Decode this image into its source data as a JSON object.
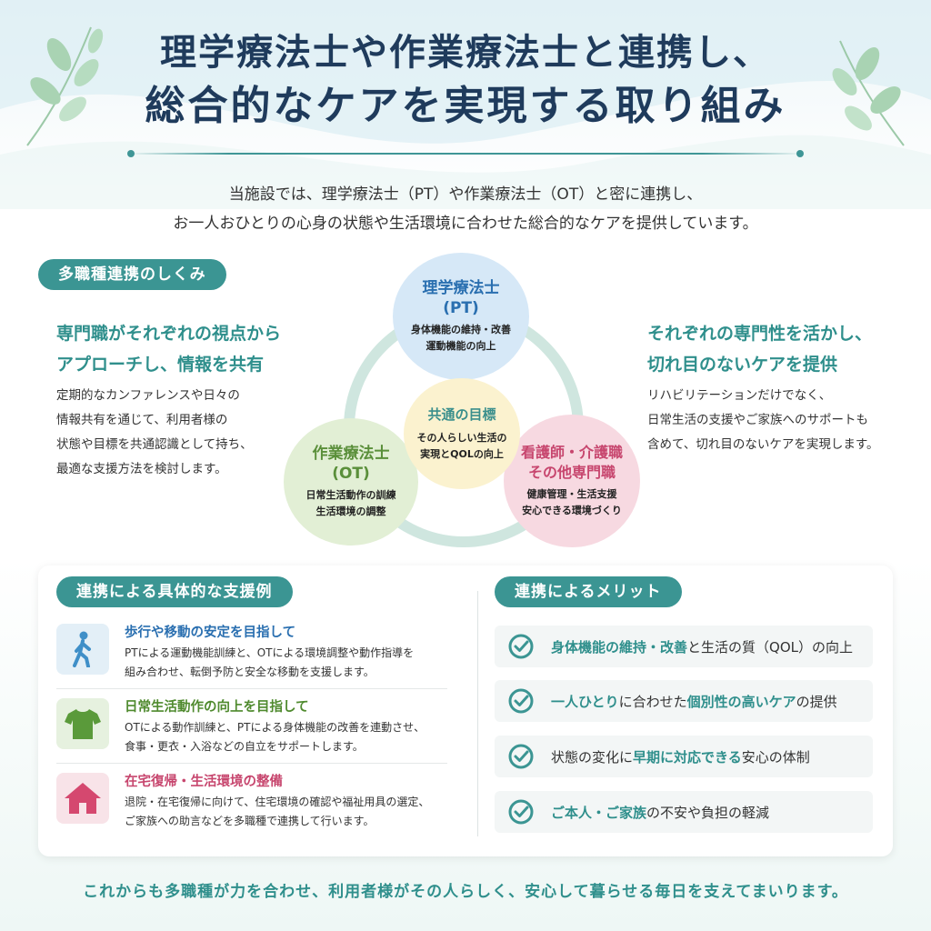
{
  "title": {
    "line1": "理学療法士や作業療法士と連携し、",
    "line2": "総合的なケアを実現する取り組み"
  },
  "intro": {
    "line1": "当施設では、理学療法士（PT）や作業療法士（OT）と密に連携し、",
    "line2": "お一人おひとりの心身の状態や生活環境に合わせた総合的なケアを提供しています。"
  },
  "mechanism": {
    "pill": "多職種連携のしくみ",
    "left": {
      "heading1": "専門職がそれぞれの視点から",
      "heading2": "アプローチし、情報を共有",
      "lines": [
        "定期的なカンファレンスや日々の",
        "情報共有を通じて、利用者様の",
        "状態や目標を共通認識として持ち、",
        "最適な支援方法を検討します。"
      ]
    },
    "right": {
      "heading1": "それぞれの専門性を活かし、",
      "heading2": "切れ目のないケアを提供",
      "lines": [
        "リハビリテーションだけでなく、",
        "日常生活の支援やご家族へのサポートも",
        "含めて、切れ目のないケアを実現します。"
      ]
    }
  },
  "diagram": {
    "pt": {
      "title1": "理学療法士",
      "title2": "(PT)",
      "sub1": "身体機能の維持・改善",
      "sub2": "運動機能の向上"
    },
    "ot": {
      "title1": "作業療法士",
      "title2": "(OT)",
      "sub1": "日常生活動作の訓練",
      "sub2": "生活環境の調整"
    },
    "nurse": {
      "title1": "看護師・介護職",
      "title2": "その他専門職",
      "sub1": "健康管理・生活支援",
      "sub2": "安心できる環境づくり"
    },
    "center": {
      "title": "共通の目標",
      "sub1": "その人らしい生活の",
      "sub2": "実現とQOLの向上"
    }
  },
  "examples": {
    "pill": "連携による具体的な支援例",
    "items": [
      {
        "icon": "walking-person-icon",
        "title": "歩行や移動の安定を目指して",
        "line1": "PTによる運動機能訓練と、OTによる環境調整や動作指導を",
        "line2": "組み合わせ、転倒予防と安全な移動を支援します。"
      },
      {
        "icon": "shirt-icon",
        "title": "日常生活動作の向上を目指して",
        "line1": "OTによる動作訓練と、PTによる身体機能の改善を連動させ、",
        "line2": "食事・更衣・入浴などの自立をサポートします。"
      },
      {
        "icon": "house-icon",
        "title": "在宅復帰・生活環境の整備",
        "line1": "退院・在宅復帰に向けて、住宅環境の確認や福祉用具の選定、",
        "line2": "ご家族への助言などを多職種で連携して行います。"
      }
    ]
  },
  "merits": {
    "pill": "連携によるメリット",
    "items": [
      {
        "hl1": "身体機能の維持・改善",
        "rest1": "と生活の質（QOL）の向上",
        "hl2": "",
        "rest2": ""
      },
      {
        "hl1": "一人ひとり",
        "rest1": "に合わせた",
        "hl2": "個別性の高いケア",
        "rest2": "の提供"
      },
      {
        "hl1": "",
        "rest1": "状態の変化に",
        "hl2": "早期に対応できる",
        "rest2": "安心の体制"
      },
      {
        "hl1": "ご本人・ご家族",
        "rest1": "の不安や負担の軽減",
        "hl2": "",
        "rest2": ""
      }
    ]
  },
  "closing": "これからも多職種が力を合わせ、利用者様がその人らしく、安心して暮らせる毎日を支えてまいります。",
  "colors": {
    "navy": "#1f3b5c",
    "teal": "#3b9593",
    "pt_blue": "#2a6fb0",
    "ot_green": "#5a8f3a",
    "nurse_pink": "#c7466e",
    "center_text": "#3a8f8c"
  }
}
